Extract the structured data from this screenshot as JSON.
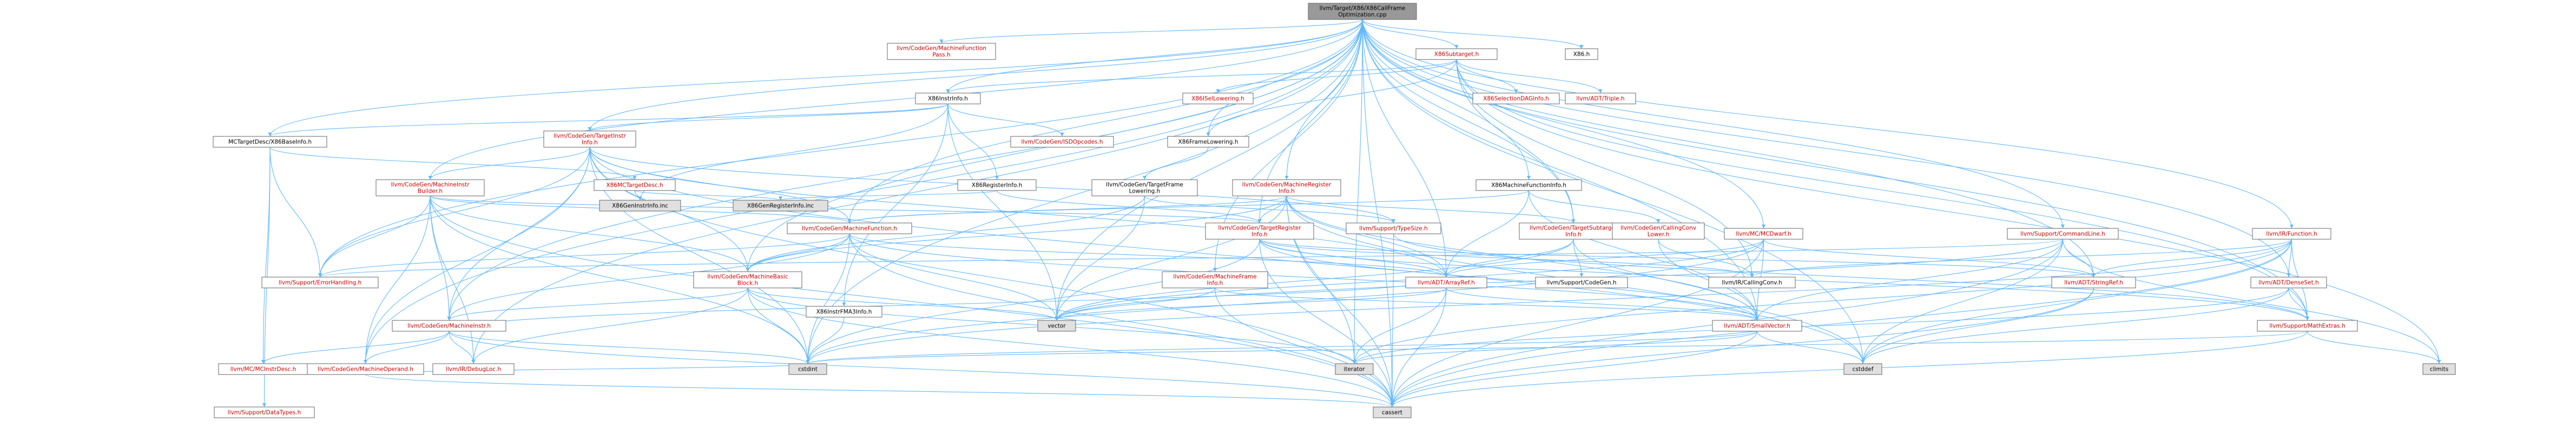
{
  "colors": {
    "root_fill": "#999999",
    "node_fill": "#ffffff",
    "ext_fill": "#e0e0e0",
    "border": "#666666",
    "red_text": "#cc0000",
    "edge": "#63b8ff"
  },
  "nodes": [
    {
      "id": "root",
      "label": [
        "llvm/Target/X86/X86CallFrame",
        "Optimization.cpp"
      ],
      "kind": "root"
    },
    {
      "id": "mfpass",
      "label": [
        "llvm/CodeGen/MachineFunction",
        "Pass.h"
      ],
      "kind": "red"
    },
    {
      "id": "x86subtarget",
      "label": [
        "X86Subtarget.h"
      ],
      "kind": "red"
    },
    {
      "id": "x86h",
      "label": [
        "X86.h"
      ],
      "kind": "normal"
    },
    {
      "id": "x86instrinfo",
      "label": [
        "X86InstrInfo.h"
      ],
      "kind": "normal"
    },
    {
      "id": "x86isellowering",
      "label": [
        "X86ISelLowering.h"
      ],
      "kind": "red"
    },
    {
      "id": "x86selectiondag",
      "label": [
        "X86SelectionDAGInfo.h"
      ],
      "kind": "red"
    },
    {
      "id": "triple",
      "label": [
        "llvm/ADT/Triple.h"
      ],
      "kind": "red"
    },
    {
      "id": "mctargetdesc",
      "label": [
        "MCTargetDesc/X86BaseInfo.h"
      ],
      "kind": "normal"
    },
    {
      "id": "tii",
      "label": [
        "llvm/CodeGen/TargetInstr",
        "Info.h"
      ],
      "kind": "red"
    },
    {
      "id": "isdopcodes",
      "label": [
        "llvm/CodeGen/ISDOpcodes.h"
      ],
      "kind": "red"
    },
    {
      "id": "x86framelowering",
      "label": [
        "X86FrameLowering.h"
      ],
      "kind": "normal"
    },
    {
      "id": "tfl",
      "label": [
        "llvm/CodeGen/TargetFrame",
        "Lowering.h"
      ],
      "kind": "normal"
    },
    {
      "id": "mri",
      "label": [
        "llvm/CodeGen/MachineRegister",
        "Info.h"
      ],
      "kind": "red"
    },
    {
      "id": "x86mfi",
      "label": [
        "X86MachineFunctionInfo.h"
      ],
      "kind": "normal"
    },
    {
      "id": "mcdwarf",
      "label": [
        "llvm/MC/MCDwarf.h"
      ],
      "kind": "red"
    },
    {
      "id": "commandline",
      "label": [
        "llvm/Support/CommandLine.h"
      ],
      "kind": "red"
    },
    {
      "id": "irfunction",
      "label": [
        "llvm/IR/Function.h"
      ],
      "kind": "red"
    },
    {
      "id": "mib",
      "label": [
        "llvm/CodeGen/MachineInstr",
        "Builder.h"
      ],
      "kind": "red"
    },
    {
      "id": "x86mctargetdesc",
      "label": [
        "X86MCTargetDesc.h"
      ],
      "kind": "red"
    },
    {
      "id": "x86reginfo",
      "label": [
        "X86RegisterInfo.h"
      ],
      "kind": "normal"
    },
    {
      "id": "x86geninstrinfo",
      "label": [
        "X86GenInstrInfo.inc"
      ],
      "kind": "ext"
    },
    {
      "id": "x86genreginfo",
      "label": [
        "X86GenRegisterInfo.inc"
      ],
      "kind": "ext"
    },
    {
      "id": "mf",
      "label": [
        "llvm/CodeGen/MachineFunction.h"
      ],
      "kind": "red"
    },
    {
      "id": "tri",
      "label": [
        "llvm/CodeGen/TargetRegister",
        "Info.h"
      ],
      "kind": "red"
    },
    {
      "id": "typesize",
      "label": [
        "llvm/Support/TypeSize.h"
      ],
      "kind": "red"
    },
    {
      "id": "tsi",
      "label": [
        "llvm/CodeGen/TargetSubtarget",
        "Info.h"
      ],
      "kind": "red"
    },
    {
      "id": "callinglower",
      "label": [
        "llvm/CodeGen/CallingConv",
        "Lower.h"
      ],
      "kind": "red"
    },
    {
      "id": "errorhandling",
      "label": [
        "llvm/Support/ErrorHandling.h"
      ],
      "kind": "red"
    },
    {
      "id": "mbb",
      "label": [
        "llvm/CodeGen/MachineBasic",
        "Block.h"
      ],
      "kind": "red"
    },
    {
      "id": "mfi",
      "label": [
        "llvm/CodeGen/MachineFrame",
        "Info.h"
      ],
      "kind": "red"
    },
    {
      "id": "x86instrfma",
      "label": [
        "X86InstrFMA3Info.h"
      ],
      "kind": "normal"
    },
    {
      "id": "arrayref",
      "label": [
        "llvm/ADT/ArrayRef.h"
      ],
      "kind": "red"
    },
    {
      "id": "supportcodegen",
      "label": [
        "llvm/Support/CodeGen.h"
      ],
      "kind": "normal"
    },
    {
      "id": "callingconv",
      "label": [
        "llvm/IR/CallingConv.h"
      ],
      "kind": "normal"
    },
    {
      "id": "stringref",
      "label": [
        "llvm/ADT/StringRef.h"
      ],
      "kind": "red"
    },
    {
      "id": "denseset",
      "label": [
        "llvm/ADT/DenseSet.h"
      ],
      "kind": "red"
    },
    {
      "id": "machineinstr",
      "label": [
        "llvm/CodeGen/MachineInstr.h"
      ],
      "kind": "red"
    },
    {
      "id": "vector",
      "label": [
        "vector"
      ],
      "kind": "ext"
    },
    {
      "id": "smallvector",
      "label": [
        "llvm/ADT/SmallVector.h"
      ],
      "kind": "red"
    },
    {
      "id": "mathextras",
      "label": [
        "llvm/Support/MathExtras.h"
      ],
      "kind": "red"
    },
    {
      "id": "mcinstrdesc",
      "label": [
        "llvm/MC/MCInstrDesc.h"
      ],
      "kind": "red"
    },
    {
      "id": "mo",
      "label": [
        "llvm/CodeGen/MachineOperand.h"
      ],
      "kind": "red"
    },
    {
      "id": "debugloc",
      "label": [
        "llvm/IR/DebugLoc.h"
      ],
      "kind": "red"
    },
    {
      "id": "cstdint",
      "label": [
        "cstdint"
      ],
      "kind": "ext"
    },
    {
      "id": "iterator",
      "label": [
        "iterator"
      ],
      "kind": "ext"
    },
    {
      "id": "cstddef",
      "label": [
        "cstddef"
      ],
      "kind": "ext"
    },
    {
      "id": "climits",
      "label": [
        "climits"
      ],
      "kind": "ext"
    },
    {
      "id": "datatypes",
      "label": [
        "llvm/Support/DataTypes.h"
      ],
      "kind": "red"
    },
    {
      "id": "cassert",
      "label": [
        "cassert"
      ],
      "kind": "ext"
    }
  ],
  "edges": [
    [
      "root",
      "mfpass"
    ],
    [
      "root",
      "x86subtarget"
    ],
    [
      "root",
      "x86h"
    ],
    [
      "root",
      "x86instrinfo"
    ],
    [
      "root",
      "x86framelowering"
    ],
    [
      "root",
      "mri"
    ],
    [
      "root",
      "x86mfi"
    ],
    [
      "root",
      "mcdwarf"
    ],
    [
      "root",
      "commandline"
    ],
    [
      "root",
      "irfunction"
    ],
    [
      "root",
      "mctargetdesc"
    ],
    [
      "root",
      "mib"
    ],
    [
      "root",
      "tii"
    ],
    [
      "root",
      "mf"
    ],
    [
      "root",
      "mbb"
    ],
    [
      "root",
      "mfi"
    ],
    [
      "root",
      "machineinstr"
    ],
    [
      "root",
      "mo"
    ],
    [
      "root",
      "tri"
    ],
    [
      "root",
      "tsi"
    ],
    [
      "root",
      "debugloc"
    ],
    [
      "root",
      "errorhandling"
    ],
    [
      "root",
      "cstdint"
    ],
    [
      "root",
      "cstddef"
    ],
    [
      "root",
      "iterator"
    ],
    [
      "root",
      "cassert"
    ],
    [
      "root",
      "smallvector"
    ],
    [
      "root",
      "stringref"
    ],
    [
      "root",
      "denseset"
    ],
    [
      "root",
      "arrayref"
    ],
    [
      "root",
      "mathextras"
    ],
    [
      "root",
      "vector"
    ],
    [
      "x86subtarget",
      "x86instrinfo"
    ],
    [
      "x86subtarget",
      "x86isellowering"
    ],
    [
      "x86subtarget",
      "x86selectiondag"
    ],
    [
      "x86subtarget",
      "triple"
    ],
    [
      "x86subtarget",
      "x86framelowering"
    ],
    [
      "x86subtarget",
      "tsi"
    ],
    [
      "x86subtarget",
      "callingconv"
    ],
    [
      "x86subtarget",
      "climits"
    ],
    [
      "x86subtarget",
      "mathextras"
    ],
    [
      "x86instrinfo",
      "mctargetdesc"
    ],
    [
      "x86instrinfo",
      "tii"
    ],
    [
      "x86instrinfo",
      "isdopcodes"
    ],
    [
      "x86instrinfo",
      "x86reginfo"
    ],
    [
      "x86instrinfo",
      "x86instrfma"
    ],
    [
      "x86instrinfo",
      "x86geninstrinfo"
    ],
    [
      "x86instrinfo",
      "vector"
    ],
    [
      "mctargetdesc",
      "x86mctargetdesc"
    ],
    [
      "mctargetdesc",
      "errorhandling"
    ],
    [
      "mctargetdesc",
      "mcinstrdesc"
    ],
    [
      "mctargetdesc",
      "datatypes"
    ],
    [
      "tii",
      "mib"
    ],
    [
      "tii",
      "mf"
    ],
    [
      "tii",
      "mbb"
    ],
    [
      "tii",
      "machineinstr"
    ],
    [
      "tii",
      "mo"
    ],
    [
      "tii",
      "arrayref"
    ],
    [
      "tii",
      "errorhandling"
    ],
    [
      "tii",
      "cassert"
    ],
    [
      "tii",
      "cstdint"
    ],
    [
      "tii",
      "typesize"
    ],
    [
      "tii",
      "cstddef"
    ],
    [
      "x86framelowering",
      "tfl"
    ],
    [
      "tfl",
      "mbb"
    ],
    [
      "tfl",
      "typesize"
    ],
    [
      "tfl",
      "vector"
    ],
    [
      "mri",
      "mf"
    ],
    [
      "mri",
      "mbb"
    ],
    [
      "mri",
      "tri"
    ],
    [
      "mri",
      "tsi"
    ],
    [
      "mri",
      "arrayref"
    ],
    [
      "mri",
      "smallvector"
    ],
    [
      "mri",
      "iterator"
    ],
    [
      "mri",
      "vector"
    ],
    [
      "mri",
      "cassert"
    ],
    [
      "mri",
      "cstddef"
    ],
    [
      "x86mfi",
      "callinglower"
    ],
    [
      "x86mfi",
      "mf"
    ],
    [
      "x86mfi",
      "smallvector"
    ],
    [
      "x86mfi",
      "arrayref"
    ],
    [
      "mcdwarf",
      "arrayref"
    ],
    [
      "mcdwarf",
      "stringref"
    ],
    [
      "mcdwarf",
      "smallvector"
    ],
    [
      "mcdwarf",
      "cstdint"
    ],
    [
      "mcdwarf",
      "cassert"
    ],
    [
      "mcdwarf",
      "vector"
    ],
    [
      "commandline",
      "stringref"
    ],
    [
      "commandline",
      "smallvector"
    ],
    [
      "commandline",
      "errorhandling"
    ],
    [
      "commandline",
      "cassert"
    ],
    [
      "commandline",
      "climits"
    ],
    [
      "commandline",
      "cstddef"
    ],
    [
      "commandline",
      "vector"
    ],
    [
      "irfunction",
      "stringref"
    ],
    [
      "irfunction",
      "denseset"
    ],
    [
      "irfunction",
      "callingconv"
    ],
    [
      "irfunction",
      "mathextras"
    ],
    [
      "irfunction",
      "cassert"
    ],
    [
      "irfunction",
      "cstdint"
    ],
    [
      "irfunction",
      "cstddef"
    ],
    [
      "irfunction",
      "iterator"
    ],
    [
      "mib",
      "mf"
    ],
    [
      "mib",
      "mbb"
    ],
    [
      "mib",
      "machineinstr"
    ],
    [
      "mib",
      "mo"
    ],
    [
      "mib",
      "tri"
    ],
    [
      "mib",
      "errorhandling"
    ],
    [
      "mib",
      "cassert"
    ],
    [
      "mib",
      "cstdint"
    ],
    [
      "mib",
      "debugloc"
    ],
    [
      "x86mctargetdesc",
      "x86geninstrinfo"
    ],
    [
      "x86mctargetdesc",
      "x86genreginfo"
    ],
    [
      "x86reginfo",
      "tri"
    ],
    [
      "x86reginfo",
      "x86genreginfo"
    ],
    [
      "mf",
      "mbb"
    ],
    [
      "mf",
      "machineinstr"
    ],
    [
      "mf",
      "arrayref"
    ],
    [
      "mf",
      "smallvector"
    ],
    [
      "mf",
      "errorhandling"
    ],
    [
      "mf",
      "cassert"
    ],
    [
      "mf",
      "cstdint"
    ],
    [
      "mf",
      "vector"
    ],
    [
      "tri",
      "arrayref"
    ],
    [
      "tri",
      "smallvector"
    ],
    [
      "tri",
      "stringref"
    ],
    [
      "tri",
      "callingconv"
    ],
    [
      "tri",
      "mathextras"
    ],
    [
      "tri",
      "cassert"
    ],
    [
      "tri",
      "cstdint"
    ],
    [
      "typesize",
      "mathextras"
    ],
    [
      "typesize",
      "cassert"
    ],
    [
      "tsi",
      "arrayref"
    ],
    [
      "tsi",
      "smallvector"
    ],
    [
      "tsi",
      "supportcodegen"
    ],
    [
      "tsi",
      "vector"
    ],
    [
      "callinglower",
      "smallvector"
    ],
    [
      "callinglower",
      "callingconv"
    ],
    [
      "mbb",
      "machineinstr"
    ],
    [
      "mbb",
      "debugloc"
    ],
    [
      "mbb",
      "cassert"
    ],
    [
      "mbb",
      "cstdint"
    ],
    [
      "mbb",
      "iterator"
    ],
    [
      "mbb",
      "vector"
    ],
    [
      "mfi",
      "smallvector"
    ],
    [
      "mfi",
      "cassert"
    ],
    [
      "mfi",
      "vector"
    ],
    [
      "x86instrfma",
      "cstdint"
    ],
    [
      "arrayref",
      "smallvector"
    ],
    [
      "arrayref",
      "cassert"
    ],
    [
      "arrayref",
      "iterator"
    ],
    [
      "arrayref",
      "vector"
    ],
    [
      "stringref",
      "cassert"
    ],
    [
      "stringref",
      "cstddef"
    ],
    [
      "denseset",
      "mathextras"
    ],
    [
      "denseset",
      "cstddef"
    ],
    [
      "denseset",
      "iterator"
    ],
    [
      "machineinstr",
      "mcinstrdesc"
    ],
    [
      "machineinstr",
      "mo"
    ],
    [
      "machineinstr",
      "debugloc"
    ],
    [
      "machineinstr",
      "cassert"
    ],
    [
      "machineinstr",
      "cstdint"
    ],
    [
      "machineinstr",
      "arrayref"
    ],
    [
      "smallvector",
      "cassert"
    ],
    [
      "smallvector",
      "cstddef"
    ],
    [
      "smallvector",
      "cstdint"
    ],
    [
      "smallvector",
      "iterator"
    ],
    [
      "mathextras",
      "cassert"
    ],
    [
      "mathextras",
      "climits"
    ],
    [
      "mathextras",
      "cstdint"
    ],
    [
      "mo",
      "cassert"
    ],
    [
      "mo",
      "cstdint"
    ]
  ]
}
